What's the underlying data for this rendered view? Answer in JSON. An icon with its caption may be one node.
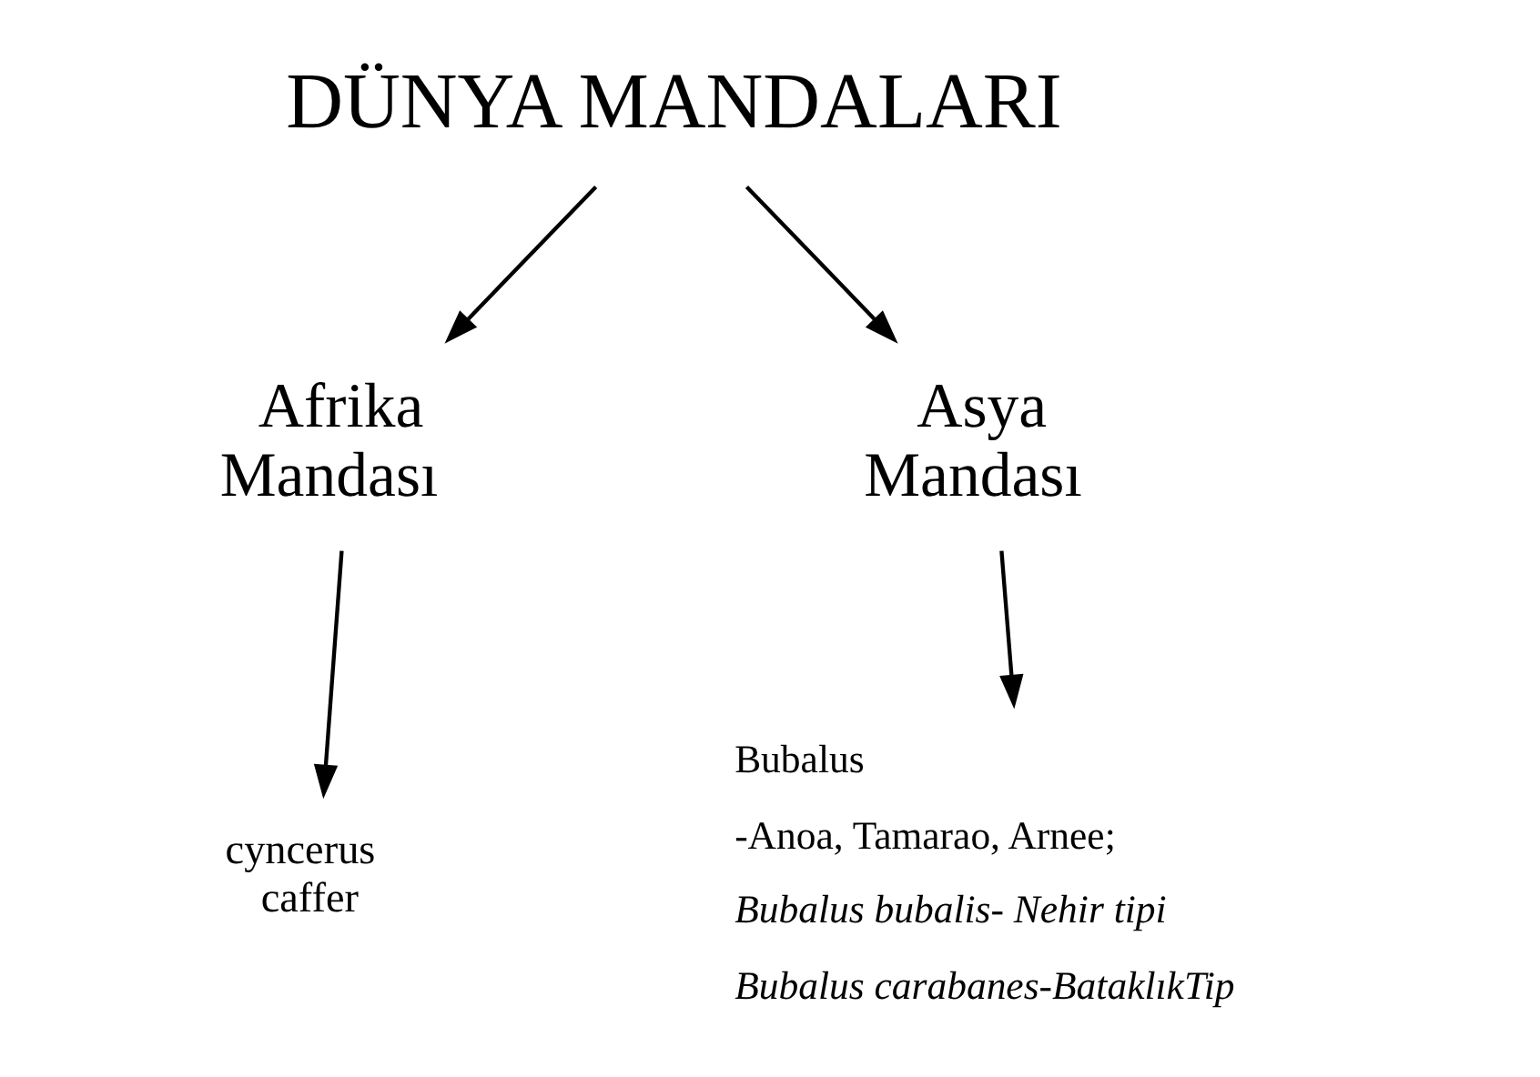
{
  "diagram": {
    "nodes": [
      {
        "text": [
          "DÜNYA MANDALARI"
        ]
      },
      {
        "text": [
          "Afrika Mandası"
        ]
      },
      {
        "text": [
          "Asya Mandası"
        ]
      },
      {
        "text": [
          "cyncerus caffer"
        ]
      },
      {
        "text": [
          "Bubalus",
          "-Anoa, Tamarao, Arnee;",
          "Bubalus bubalis- Nehir tipi",
          "Bubalus carabanes-BataklıkTip"
        ]
      }
    ],
    "edges": [
      {
        "from": 0,
        "to": 1,
        "arrow": "to"
      },
      {
        "from": 0,
        "to": 2,
        "arrow": "to"
      },
      {
        "from": 1,
        "to": 3,
        "arrow": "to"
      },
      {
        "from": 2,
        "to": 4,
        "arrow": "to"
      }
    ]
  }
}
